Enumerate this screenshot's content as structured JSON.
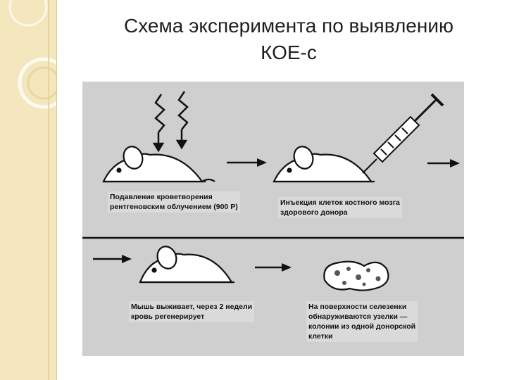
{
  "slide": {
    "title_line1": "Схема эксперимента по выявлению",
    "title_line2": "КОЕ-с"
  },
  "diagram": {
    "captions": {
      "suppression": "Подавление кроветворения\nрентгеновским облучением (900 Р)",
      "injection": "Инъекция клеток костного мозга\nздорового донора",
      "survival": "Мышь выживает, через 2 недели\nкровь регенерирует",
      "nodules": "На поверхности селезенки\nобнаруживаются узелки —\nколонии из одной донорской\nклетки"
    }
  },
  "colors": {
    "accent": "#f4e7bd",
    "figure_bg": "#cfcfcf",
    "ink": "#111111"
  }
}
